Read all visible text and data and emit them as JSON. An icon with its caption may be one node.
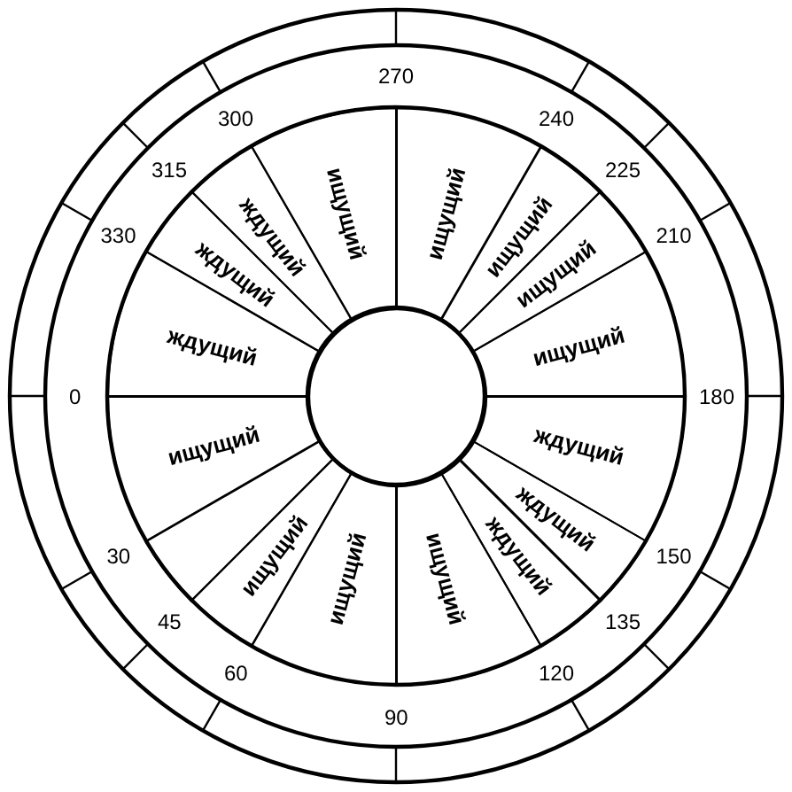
{
  "diagram": {
    "nodes": [
      {
        "text": [
          "ищущий"
        ]
      },
      {
        "text": [],
        "shape": "sector"
      },
      {
        "text": [
          "ищущий"
        ]
      },
      {
        "text": [
          "ищущий"
        ]
      },
      {
        "text": [
          "ищущий"
        ]
      },
      {
        "text": [
          "ждущий"
        ]
      },
      {
        "text": [
          "ждущий"
        ]
      },
      {
        "text": [
          "ждущий"
        ]
      },
      {
        "text": [
          "ищущий"
        ]
      },
      {
        "text": [
          "ищущий"
        ]
      },
      {
        "text": [
          "ищущий"
        ]
      },
      {
        "text": [
          "ищущий"
        ]
      },
      {
        "text": [
          "ищущий"
        ]
      },
      {
        "text": [
          "ждущий"
        ]
      },
      {
        "text": [
          "ждущий"
        ]
      },
      {
        "text": [
          "ждущий"
        ]
      },
      {
        "text": [],
        "shape": "circle"
      }
    ],
    "labels": [
      "0",
      "30",
      "45",
      "60",
      "90",
      "120",
      "135",
      "150",
      "180",
      "210",
      "225",
      "240",
      "270",
      "300",
      "315",
      "330"
    ]
  }
}
